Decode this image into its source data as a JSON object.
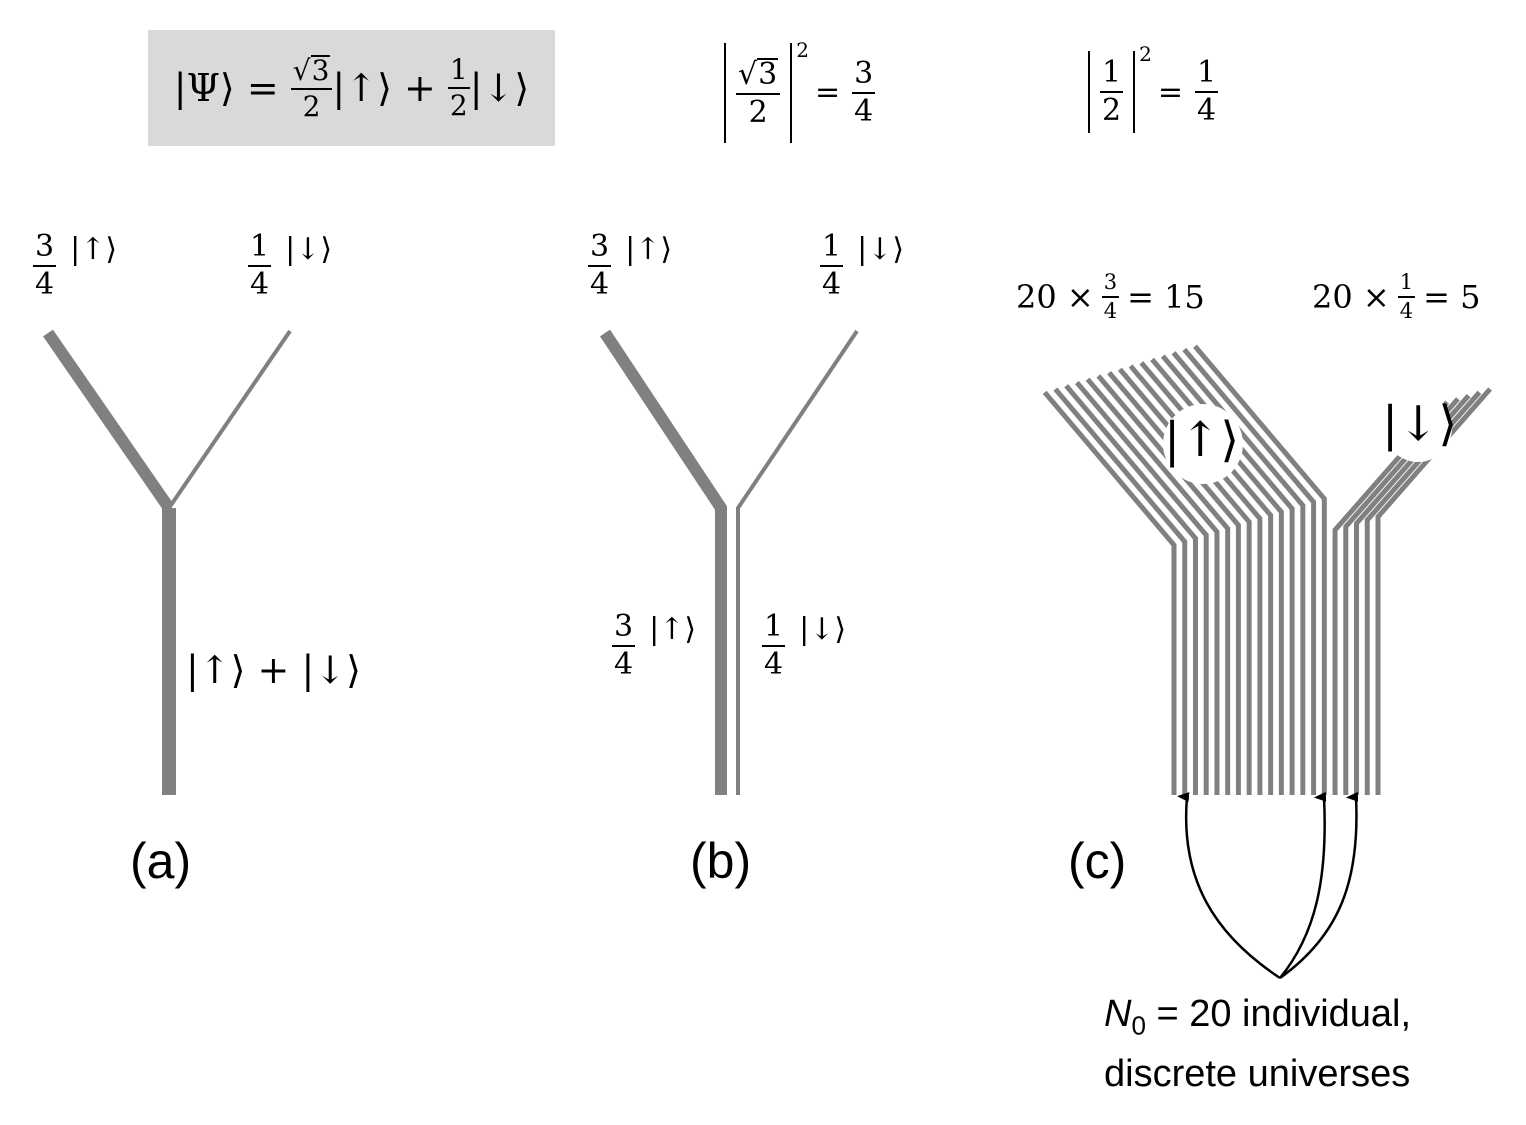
{
  "equation": {
    "lhs": "|Ψ⟩ =",
    "c_up_num_sqrt": "3",
    "c_up_den": "2",
    "up_ket": "|↑⟩",
    "plus": "+",
    "c_down_num": "1",
    "c_down_den": "2",
    "down_ket": "|↓⟩"
  },
  "prob_up": {
    "num_sqrt": "3",
    "den": "2",
    "power": "2",
    "eq": "=",
    "res_num": "3",
    "res_den": "4"
  },
  "prob_down": {
    "num": "1",
    "den": "2",
    "power": "2",
    "eq": "=",
    "res_num": "1",
    "res_den": "4"
  },
  "panel_a": {
    "label": "(a)",
    "up_num": "3",
    "up_den": "4",
    "up_ket": "|↑⟩",
    "down_num": "1",
    "down_den": "4",
    "down_ket": "|↓⟩",
    "stem": "|↑⟩ + |↓⟩"
  },
  "panel_b": {
    "label": "(b)",
    "up_num": "3",
    "up_den": "4",
    "up_ket": "|↑⟩",
    "down_num": "1",
    "down_den": "4",
    "down_ket": "|↓⟩",
    "stem_up_num": "3",
    "stem_up_den": "4",
    "stem_up_ket": "|↑⟩",
    "stem_down_num": "1",
    "stem_down_den": "4",
    "stem_down_ket": "|↓⟩"
  },
  "panel_c": {
    "label": "(c)",
    "up_count": {
      "lead": "20 ×",
      "num": "3",
      "den": "4",
      "tail": "= 15"
    },
    "down_count": {
      "lead": "20 ×",
      "num": "1",
      "den": "4",
      "tail": "= 5"
    },
    "up_ket": "|↑⟩",
    "down_ket": "|↓⟩",
    "n_up": 15,
    "n_down": 5,
    "note_symbol": "N",
    "note_sub": "0",
    "note_line1_rest": " = 20 individual,",
    "note_line2": "discrete universes"
  },
  "colors": {
    "branch": "#808080",
    "box": "#d9d9d9",
    "text": "#000000"
  }
}
